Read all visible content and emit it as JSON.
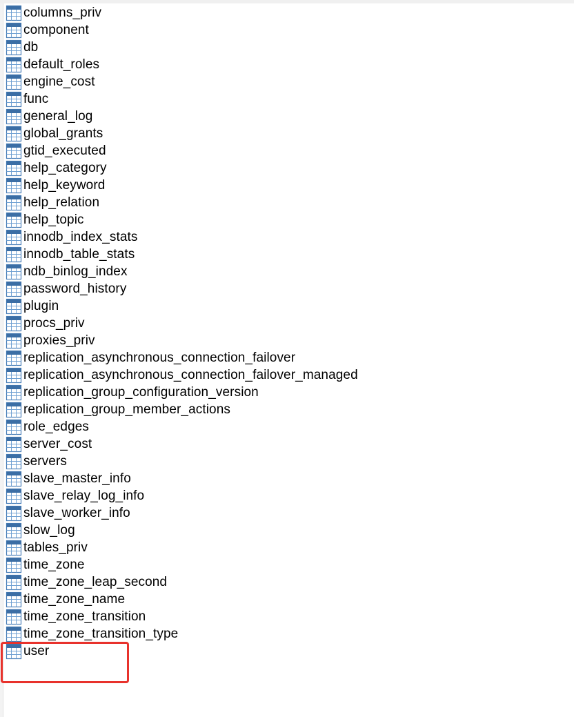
{
  "tables": [
    "columns_priv",
    "component",
    "db",
    "default_roles",
    "engine_cost",
    "func",
    "general_log",
    "global_grants",
    "gtid_executed",
    "help_category",
    "help_keyword",
    "help_relation",
    "help_topic",
    "innodb_index_stats",
    "innodb_table_stats",
    "ndb_binlog_index",
    "password_history",
    "plugin",
    "procs_priv",
    "proxies_priv",
    "replication_asynchronous_connection_failover",
    "replication_asynchronous_connection_failover_managed",
    "replication_group_configuration_version",
    "replication_group_member_actions",
    "role_edges",
    "server_cost",
    "servers",
    "slave_master_info",
    "slave_relay_log_info",
    "slave_worker_info",
    "slow_log",
    "tables_priv",
    "time_zone",
    "time_zone_leap_second",
    "time_zone_name",
    "time_zone_transition",
    "time_zone_transition_type",
    "user"
  ],
  "icon": "table-icon",
  "colors": {
    "icon_header": "#3b6ea5",
    "icon_grid": "#6fa0d2",
    "icon_fill": "#ffffff",
    "highlight": "#e8322c"
  }
}
